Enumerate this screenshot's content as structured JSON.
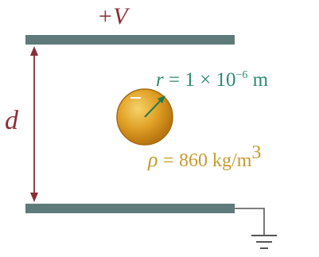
{
  "labels": {
    "voltage": "+V",
    "distance": "d",
    "radius_symbol": "r",
    "radius_equals": "=",
    "radius_value": "1 × 10",
    "radius_exponent": "−6",
    "radius_unit": "m",
    "density_symbol": "ρ",
    "density_equals": "=",
    "density_value": "860 kg/m",
    "density_exponent": "3"
  },
  "colors": {
    "plate": "#5f7a7a",
    "distance_arrow": "#8b2d3a",
    "radius_text": "#2e8b6e",
    "density_text": "#c99a2e",
    "droplet_fill": "#e0a026",
    "droplet_edge": "#a86a10",
    "ground_wire": "#555555"
  },
  "icons": {
    "ground": "ground-icon",
    "charge": "minus-sign-icon"
  }
}
